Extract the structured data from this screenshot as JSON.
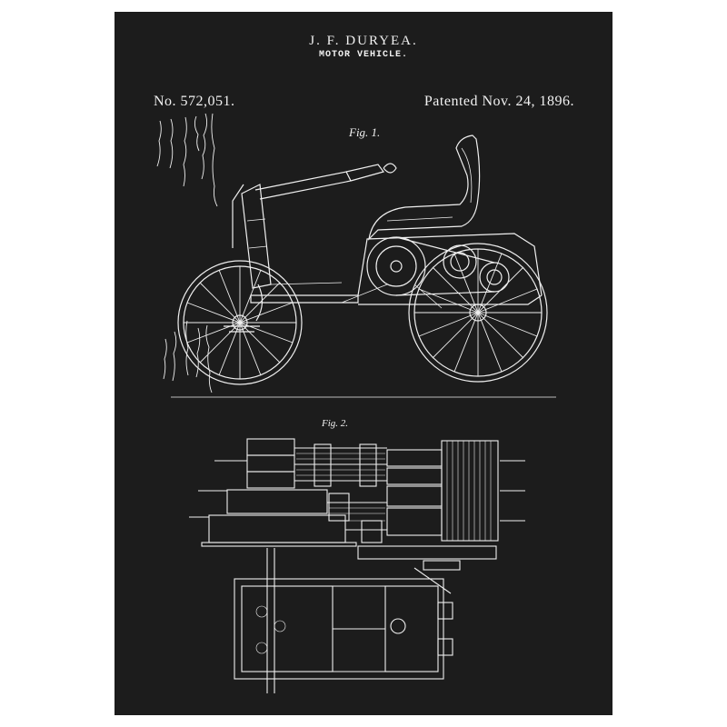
{
  "header": {
    "inventor": "J. F. DURYEA.",
    "subject": "MOTOR VEHICLE."
  },
  "meta": {
    "patent_number": "No. 572,051.",
    "patent_date": "Patented Nov. 24, 1896."
  },
  "figures": {
    "fig1_label": "Fig. 1.",
    "fig2_label": "Fig. 2."
  },
  "colors": {
    "background": "#1c1c1c",
    "ink": "#f2f2f2",
    "frame": "#ffffff"
  }
}
